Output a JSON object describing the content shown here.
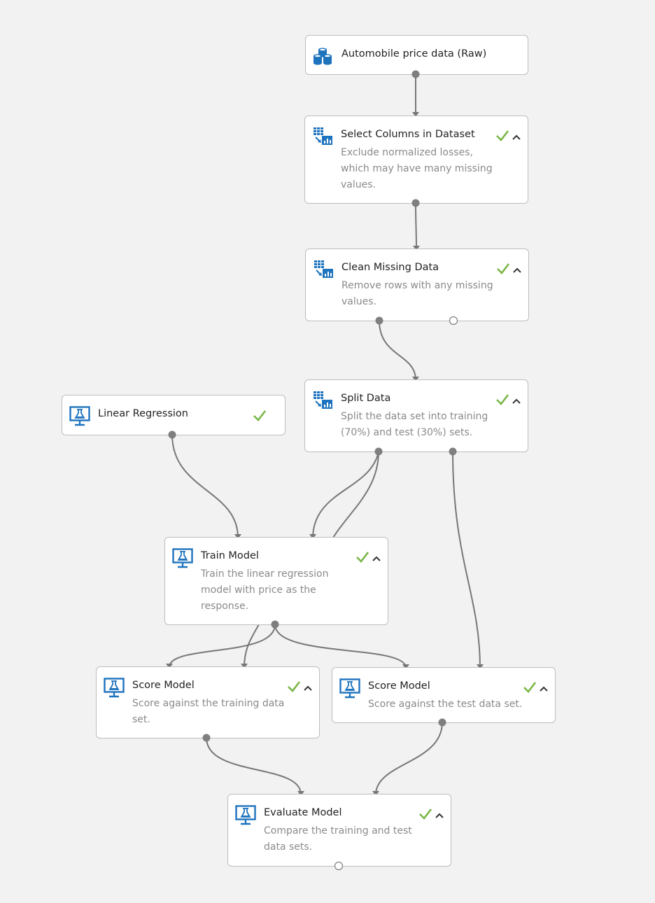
{
  "colors": {
    "background": "#f2f2f2",
    "node_border": "#bdbdbd",
    "wire": "#777777",
    "port": "#7f7f7f",
    "icon_blue": "#1e73be",
    "check_green": "#7ab648",
    "caret": "#333333"
  },
  "nodes": {
    "automobile": {
      "title": "Automobile price data (Raw)",
      "icon": "database-icon"
    },
    "select_columns": {
      "title": "Select Columns in Dataset",
      "description": "Exclude normalized losses, which may have many missing values.",
      "icon": "data-transform-icon",
      "status": "completed"
    },
    "clean_missing": {
      "title": "Clean Missing Data",
      "description": "Remove rows with any missing values.",
      "icon": "data-transform-icon",
      "status": "completed"
    },
    "split_data": {
      "title": "Split Data",
      "description": "Split the data set into training (70%) and test (30%) sets.",
      "icon": "data-transform-icon",
      "status": "completed"
    },
    "linear_regression": {
      "title": "Linear Regression",
      "icon": "ml-model-icon",
      "status": "completed"
    },
    "train_model": {
      "title": "Train Model",
      "description": "Train the linear regression model with price as the response.",
      "icon": "ml-model-icon",
      "status": "completed"
    },
    "score_train": {
      "title": "Score Model",
      "description": "Score against the training data set.",
      "icon": "ml-model-icon",
      "status": "completed"
    },
    "score_test": {
      "title": "Score Model",
      "description": "Score against the test data set.",
      "icon": "ml-model-icon",
      "status": "completed"
    },
    "evaluate": {
      "title": "Evaluate Model",
      "description": "Compare the training and test data sets.",
      "icon": "ml-model-icon",
      "status": "completed"
    }
  }
}
